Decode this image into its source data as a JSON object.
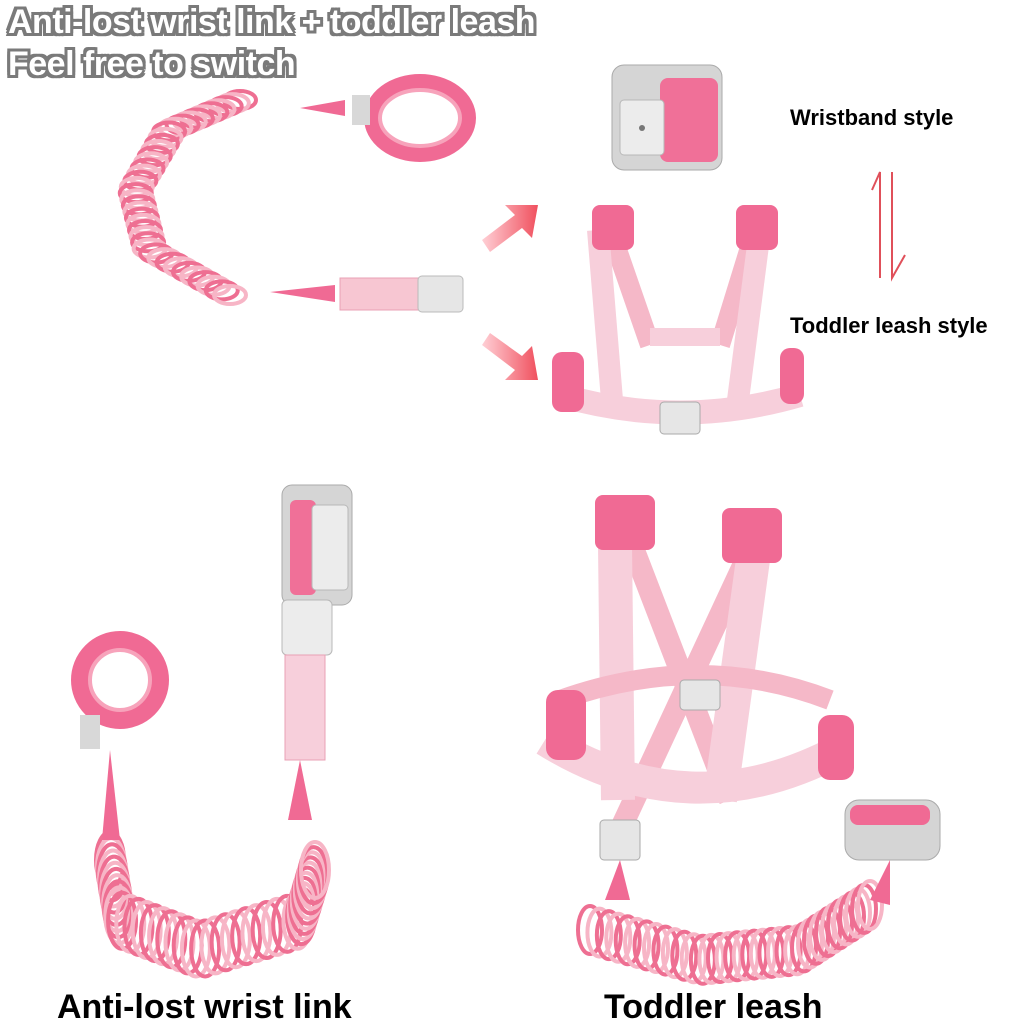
{
  "header": {
    "line1": "Anti-lost wrist link + toddler leash",
    "line2": "Feel free to switch"
  },
  "labels": {
    "wristband_style": "Wristband style",
    "toddler_leash_style": "Toddler leash style"
  },
  "captions": {
    "wrist_link": "Anti-lost wrist link",
    "toddler_leash": "Toddler leash"
  },
  "colors": {
    "pink": "#f06a94",
    "light_pink": "#f5b8c8",
    "gray": "#c9c9c9",
    "arrow_red": "#e0505a"
  },
  "icons": [
    "arrow-right-up-icon",
    "arrow-right-down-icon",
    "swap-vertical-arrows-icon"
  ]
}
